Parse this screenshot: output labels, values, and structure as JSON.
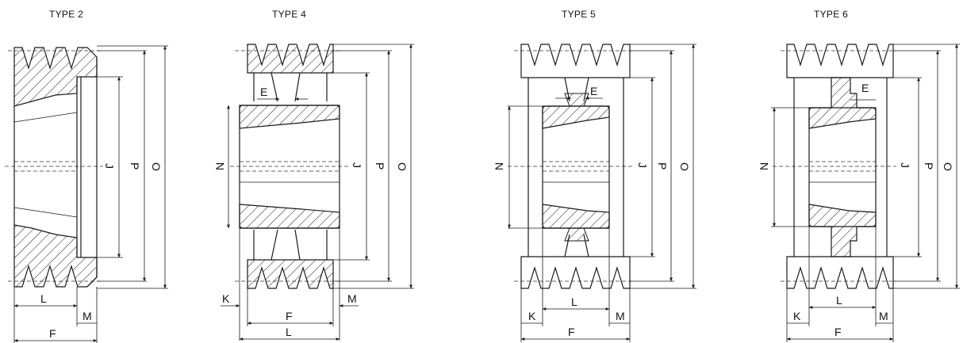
{
  "panels": [
    {
      "title": "TYPE 2",
      "labels": {
        "J": "J",
        "P": "P",
        "O": "O",
        "L": "L",
        "F": "F",
        "M": "M"
      }
    },
    {
      "title": "TYPE 4",
      "labels": {
        "E": "E",
        "N": "N",
        "J": "J",
        "P": "P",
        "O": "O",
        "K": "K",
        "M": "M",
        "F": "F",
        "L": "L"
      }
    },
    {
      "title": "TYPE 5",
      "labels": {
        "E": "E",
        "N": "N",
        "J": "J",
        "P": "P",
        "O": "O",
        "L": "L",
        "K": "K",
        "M": "M",
        "F": "F"
      }
    },
    {
      "title": "TYPE 6",
      "labels": {
        "E": "E",
        "N": "N",
        "J": "J",
        "P": "P",
        "O": "O",
        "L": "L",
        "K": "K",
        "M": "M",
        "F": "F"
      }
    }
  ]
}
